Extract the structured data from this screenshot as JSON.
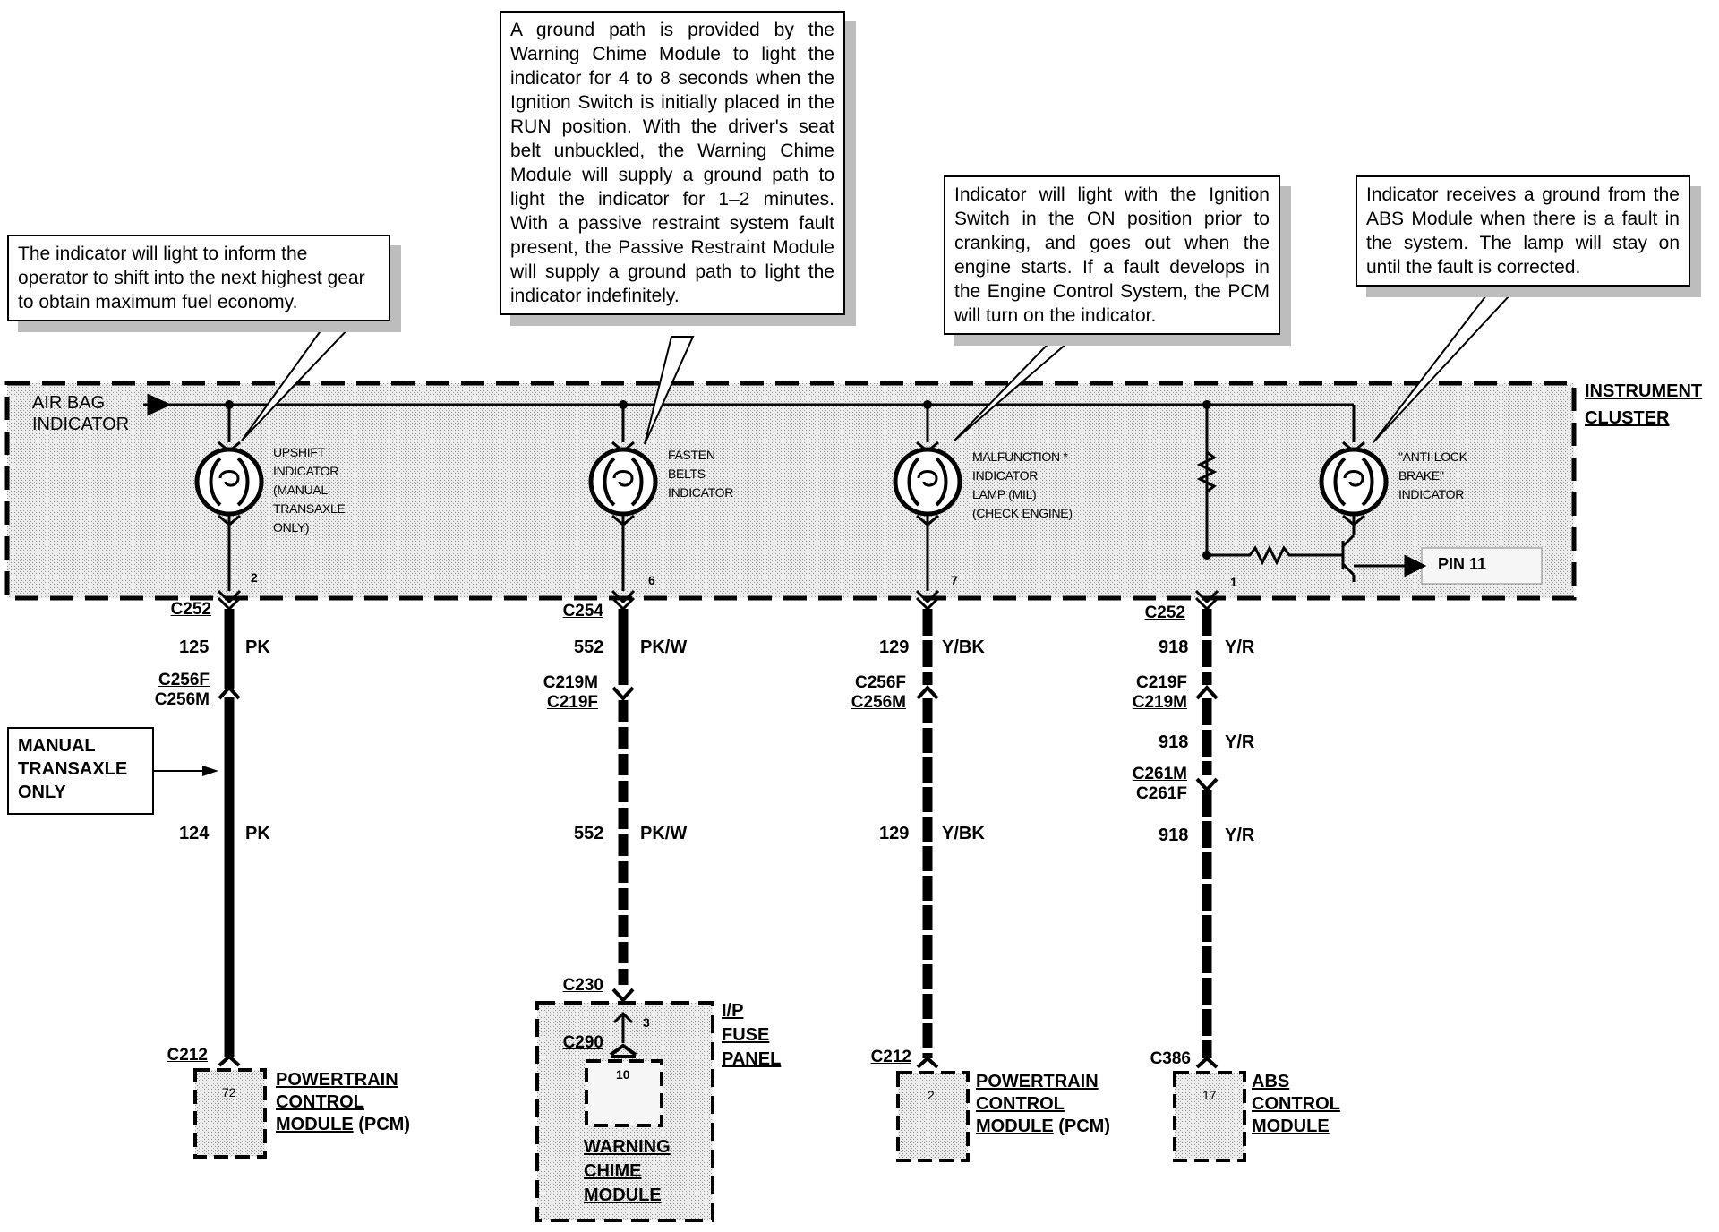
{
  "callouts": {
    "upshift": "The indicator will light to inform the operator to shift into the next highest gear to obtain maximum fuel economy.",
    "belt": "A ground path is provided by the Warning Chime Module to light the indicator for 4 to 8 seconds when the Ignition Switch is initially placed in the RUN position. With the driver's seat belt unbuckled, the Warning Chime Module will supply a ground path to light the indicator for 1–2 minutes. With a passive restraint system fault present, the Passive Restraint Module will supply a ground path to light the indicator indefinitely.",
    "mil": "Indicator will light with the Ignition Switch in the ON position prior to cranking, and goes out when the engine starts. If a fault develops in the Engine Control System, the PCM will turn on the indicator.",
    "abs": "Indicator receives a ground from the ABS Module when there is a fault in the system. The lamp will stay on until the fault is corrected."
  },
  "cluster": {
    "label_line1": "INSTRUMENT",
    "label_line2": "CLUSTER",
    "airbag_line1": "AIR BAG",
    "airbag_line2": "INDICATOR",
    "pin11": "PIN 11"
  },
  "indicators": {
    "upshift": [
      "UPSHIFT",
      "INDICATOR",
      "(MANUAL",
      "TRANSAXLE",
      "ONLY)"
    ],
    "fasten": [
      "FASTEN",
      "BELTS",
      "INDICATOR"
    ],
    "mil": [
      "MALFUNCTION *",
      "INDICATOR",
      "LAMP (MIL)",
      "(CHECK ENGINE)"
    ],
    "abs": [
      "\"ANTI-LOCK",
      "BRAKE\"",
      "INDICATOR"
    ]
  },
  "cluster_pins": {
    "c1": "2",
    "c2": "6",
    "c3": "7",
    "c4": "1"
  },
  "connectors": {
    "c1_top": "C252",
    "c1_a": "C256F",
    "c1_b": "C256M",
    "c1_bot": "C212",
    "c2_top": "C254",
    "c2_a": "C219M",
    "c2_b": "C219F",
    "c2_bot": "C230",
    "c2_inner": "C290",
    "c3_a": "C256F",
    "c3_b": "C256M",
    "c3_bot": "C212",
    "c4_top": "C252",
    "c4_a": "C219F",
    "c4_b": "C219M",
    "c4_c": "C261M",
    "c4_d": "C261F",
    "c4_bot": "C386"
  },
  "wires": {
    "c1_upper_num": "125",
    "c1_upper_color": "PK",
    "c1_lower_num": "124",
    "c1_lower_color": "PK",
    "c2_upper_num": "552",
    "c2_upper_color": "PK/W",
    "c2_lower_num": "552",
    "c2_lower_color": "PK/W",
    "c3_upper_num": "129",
    "c3_upper_color": "Y/BK",
    "c3_lower_num": "129",
    "c3_lower_color": "Y/BK",
    "c4_upper_num": "918",
    "c4_upper_color": "Y/R",
    "c4_mid_num": "918",
    "c4_mid_color": "Y/R",
    "c4_lower_num": "918",
    "c4_lower_color": "Y/R"
  },
  "manual_box": [
    "MANUAL",
    "TRANSAXLE",
    "ONLY"
  ],
  "modules": {
    "pcm1_pin": "72",
    "pcm1": [
      "POWERTRAIN",
      "CONTROL",
      "MODULE",
      "(PCM)"
    ],
    "fuse_pin": "3",
    "fuse": [
      "I/P",
      "FUSE",
      "PANEL"
    ],
    "chime_pin": "10",
    "chime": [
      "WARNING",
      "CHIME",
      "MODULE"
    ],
    "pcm2_pin": "2",
    "pcm2": [
      "POWERTRAIN",
      "CONTROL",
      "MODULE",
      "(PCM)"
    ],
    "abs_pin": "17",
    "abs": [
      "ABS",
      "CONTROL",
      "MODULE"
    ]
  }
}
